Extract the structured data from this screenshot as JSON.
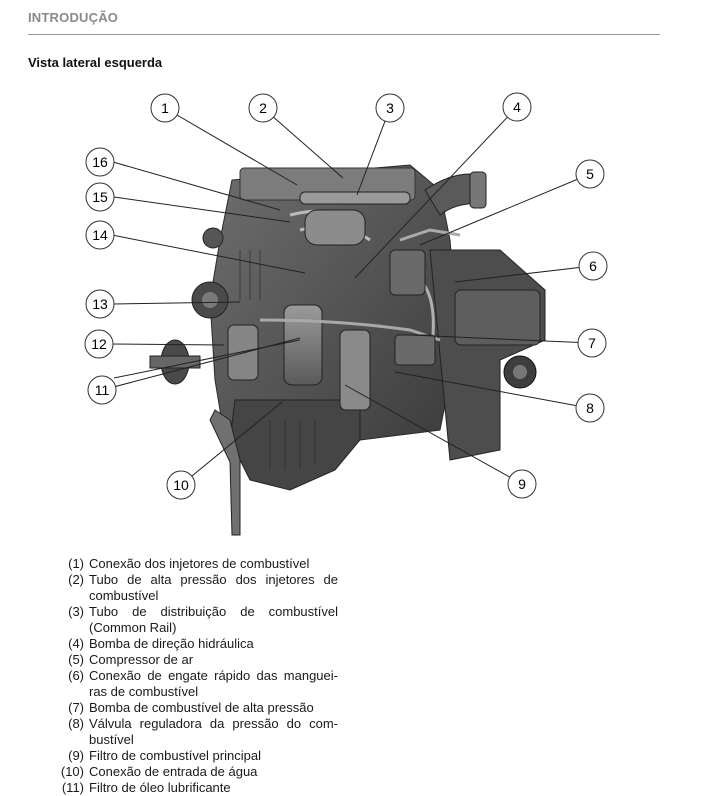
{
  "header": {
    "section": "INTRODUÇÃO"
  },
  "figure": {
    "title": "Vista lateral esquerda",
    "callouts": [
      "1",
      "2",
      "3",
      "4",
      "5",
      "6",
      "7",
      "8",
      "9",
      "10",
      "11",
      "12",
      "13",
      "14",
      "15",
      "16"
    ]
  },
  "legend": [
    {
      "num": "(1)",
      "text": "Conexão dos injetores de combustível"
    },
    {
      "num": "(2)",
      "text": "Tubo de alta pressão dos injetores de combustível"
    },
    {
      "num": "(3)",
      "text": "Tubo de distribuição de combustível (Common Rail)"
    },
    {
      "num": "(4)",
      "text": "Bomba de direção hidráulica"
    },
    {
      "num": "(5)",
      "text": "Compressor de ar"
    },
    {
      "num": "(6)",
      "text": "Conexão de engate rápido das manguei-ras de combustível"
    },
    {
      "num": "(7)",
      "text": "Bomba de combustível de alta pressão"
    },
    {
      "num": "(8)",
      "text": "Válvula reguladora da pressão do com-bustível"
    },
    {
      "num": "(9)",
      "text": "Filtro de combustível principal"
    },
    {
      "num": "(10)",
      "text": "Conexão de entrada de água"
    },
    {
      "num": "(11)",
      "text": "Filtro de óleo lubrificante"
    }
  ]
}
